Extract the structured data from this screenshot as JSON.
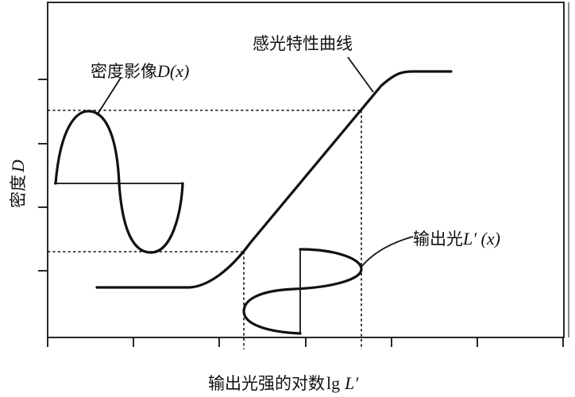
{
  "labels": {
    "curve_title": "感光特性曲线",
    "density_image_cn": "密度影像",
    "density_image_math": "D(x)",
    "output_light_cn": "输出光",
    "output_light_math": "L′ (x)",
    "y_axis_cn": "密度",
    "y_axis_math": "D",
    "x_axis_cn": "输出光强的对数",
    "x_axis_lg": "lg",
    "x_axis_math": "L′"
  }
}
